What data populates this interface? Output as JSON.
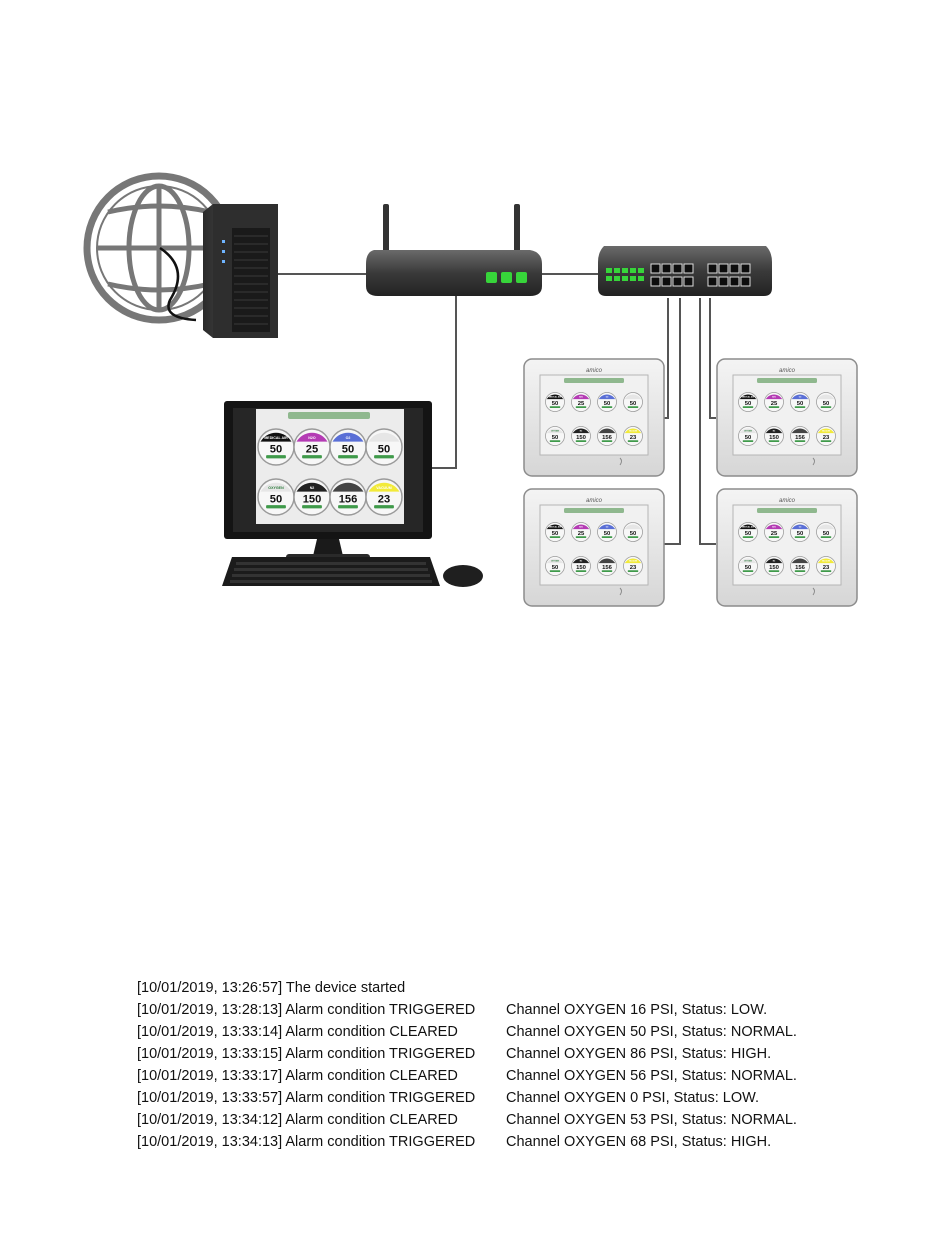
{
  "brand_text": "amico",
  "gauges": [
    {
      "value": "50",
      "label": "MEDICAL AIR",
      "cap": "#111111"
    },
    {
      "value": "25",
      "label": "N2O",
      "cap": "#b43bb4"
    },
    {
      "value": "50",
      "label": "O2",
      "cap": "#5a6fd6"
    },
    {
      "value": "50",
      "label": "",
      "cap": "#e6e6e6"
    },
    {
      "value": "50",
      "label": "OXYGEN",
      "cap": "#e6e6e6"
    },
    {
      "value": "150",
      "label": "N2",
      "cap": "#222222"
    },
    {
      "value": "156",
      "label": "",
      "cap": "#444444"
    },
    {
      "value": "23",
      "label": "VACUUM",
      "cap": "#f2ea3a"
    }
  ],
  "log": {
    "entries": [
      {
        "event": "[10/01/2019, 13:26:57] The device started",
        "detail": ""
      },
      {
        "event": "[10/01/2019, 13:28:13] Alarm condition TRIGGERED",
        "detail": "Channel OXYGEN 16 PSI, Status: LOW."
      },
      {
        "event": "[10/01/2019, 13:33:14] Alarm condition CLEARED",
        "detail": "Channel OXYGEN 50 PSI, Status: NORMAL."
      },
      {
        "event": "[10/01/2019, 13:33:15] Alarm condition TRIGGERED",
        "detail": "Channel OXYGEN 86 PSI, Status: HIGH."
      },
      {
        "event": "[10/01/2019, 13:33:17] Alarm condition CLEARED",
        "detail": "Channel OXYGEN 56 PSI, Status: NORMAL."
      },
      {
        "event": "[10/01/2019, 13:33:57] Alarm condition TRIGGERED",
        "detail": "Channel OXYGEN 0 PSI, Status: LOW."
      },
      {
        "event": "[10/01/2019, 13:34:12] Alarm condition CLEARED",
        "detail": "Channel OXYGEN 53 PSI, Status: NORMAL."
      },
      {
        "event": "[10/01/2019, 13:34:13] Alarm condition TRIGGERED",
        "detail": "Channel OXYGEN 68 PSI, Status: HIGH."
      }
    ]
  },
  "colors": {
    "cable": "#555555",
    "device_body": "#3d3d3d",
    "led_green": "#37d53a",
    "bezel": "#e4e4e4",
    "gauge_bar": "#3f9a4a"
  }
}
